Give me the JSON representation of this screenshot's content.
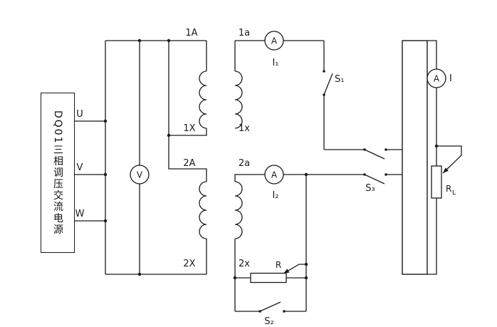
{
  "diagram": {
    "power_source": {
      "label": "DQ01三相调压交流电源",
      "terminals": {
        "u": "U",
        "v": "V",
        "w": "W"
      }
    },
    "meters": {
      "voltmeter_symbol": "V",
      "ammeter_symbol": "A",
      "i1": "I₁",
      "i2": "I₂",
      "i": "I"
    },
    "winding_terminals": {
      "p1_top": "1A",
      "s1_top": "1a",
      "p1_bot": "1X",
      "s1_bot": "1x",
      "p2_top": "2A",
      "s2_top": "2a",
      "p2_bot": "2X",
      "s2_bot": "2x"
    },
    "switches": {
      "s1": "S₁",
      "s2": "S₂",
      "s3": "S₃"
    },
    "resistors": {
      "r": "R",
      "rl_main": "R",
      "rl_sub": "L"
    },
    "colors": {
      "line": "#1a1a1a",
      "background": "#ffffff"
    }
  }
}
